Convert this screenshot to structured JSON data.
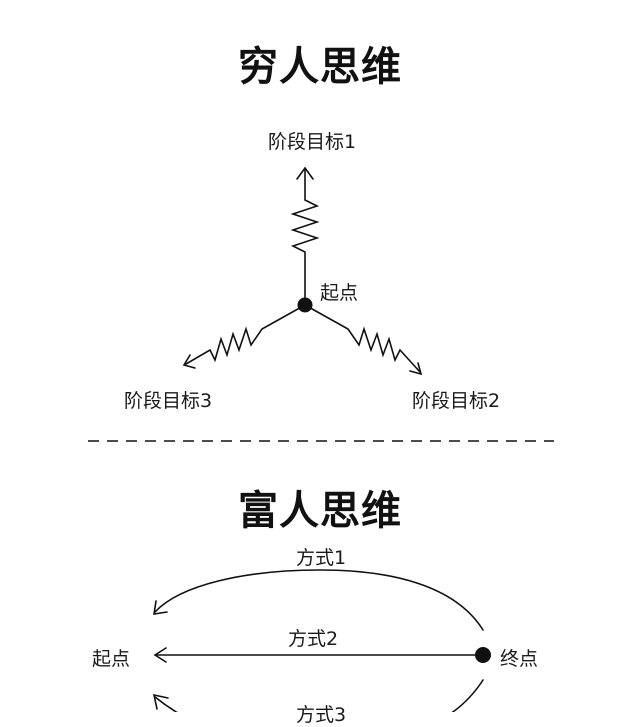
{
  "poor": {
    "title": "穷人思维",
    "start_label": "起点",
    "goal_1": "阶段目标1",
    "goal_2": "阶段目标2",
    "goal_3": "阶段目标3"
  },
  "rich": {
    "title": "富人思维",
    "start_label": "起点",
    "end_label": "终点",
    "way_1": "方式1",
    "way_2": "方式2",
    "way_3": "方式3"
  },
  "colors": {
    "ink": "#111111",
    "background": "#ffffff"
  }
}
